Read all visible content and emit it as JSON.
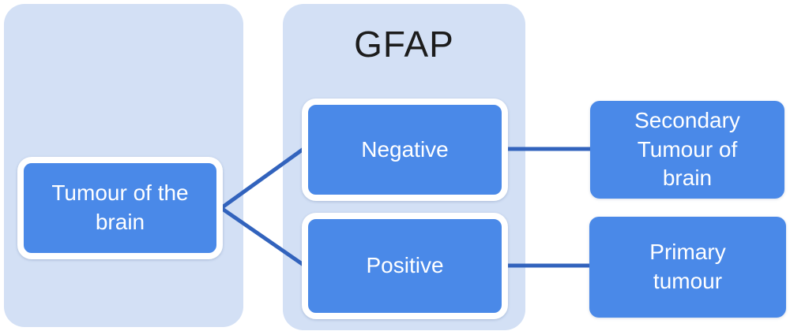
{
  "diagram": {
    "title": "GFAP",
    "nodes": {
      "root": {
        "label": "Tumour of the brain"
      },
      "negative": {
        "label": "Negative"
      },
      "positive": {
        "label": "Positive"
      },
      "secondary": {
        "label": "Secondary Tumour of brain"
      },
      "primary": {
        "label": "Primary tumour"
      }
    },
    "edges": [
      {
        "from": "Tumour of the brain",
        "to": "Negative"
      },
      {
        "from": "Tumour of the brain",
        "to": "Positive"
      },
      {
        "from": "Negative",
        "to": "Secondary Tumour of brain"
      },
      {
        "from": "Positive",
        "to": "Primary tumour"
      }
    ],
    "colors": {
      "background": "#ffffff",
      "panel": "#d3e0f5",
      "node_fill": "#4a89e8",
      "node_text": "#ffffff",
      "connector": "#3263bd",
      "title_text": "#1c1c1c"
    }
  }
}
